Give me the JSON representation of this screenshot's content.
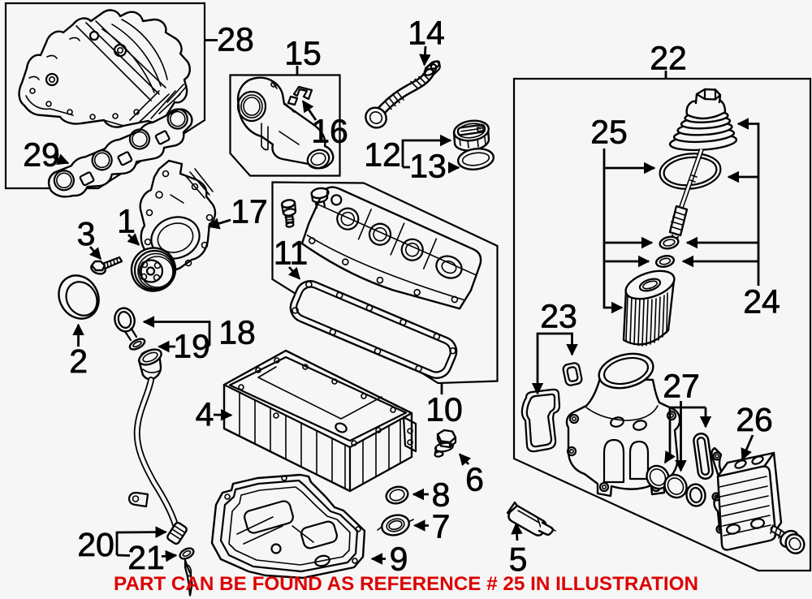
{
  "notice": {
    "text": "PART CAN BE FOUND AS REFERENCE # 25 IN ILLUSTRATION",
    "color": "#dd0000"
  },
  "callouts": {
    "n1": {
      "label": "1"
    },
    "n2": {
      "label": "2"
    },
    "n3": {
      "label": "3"
    },
    "n4": {
      "label": "4"
    },
    "n5": {
      "label": "5"
    },
    "n6": {
      "label": "6"
    },
    "n7": {
      "label": "7"
    },
    "n8": {
      "label": "8"
    },
    "n9": {
      "label": "9"
    },
    "n10": {
      "label": "10"
    },
    "n11": {
      "label": "11"
    },
    "n12": {
      "label": "12"
    },
    "n13": {
      "label": "13"
    },
    "n14": {
      "label": "14"
    },
    "n15": {
      "label": "15"
    },
    "n16": {
      "label": "16"
    },
    "n17": {
      "label": "17"
    },
    "n18": {
      "label": "18"
    },
    "n19": {
      "label": "19"
    },
    "n20": {
      "label": "20"
    },
    "n21": {
      "label": "21"
    },
    "n22": {
      "label": "22"
    },
    "n23": {
      "label": "23"
    },
    "n24": {
      "label": "24"
    },
    "n25": {
      "label": "25"
    },
    "n26": {
      "label": "26"
    },
    "n27": {
      "label": "27"
    },
    "n28": {
      "label": "28"
    },
    "n29": {
      "label": "29"
    }
  }
}
